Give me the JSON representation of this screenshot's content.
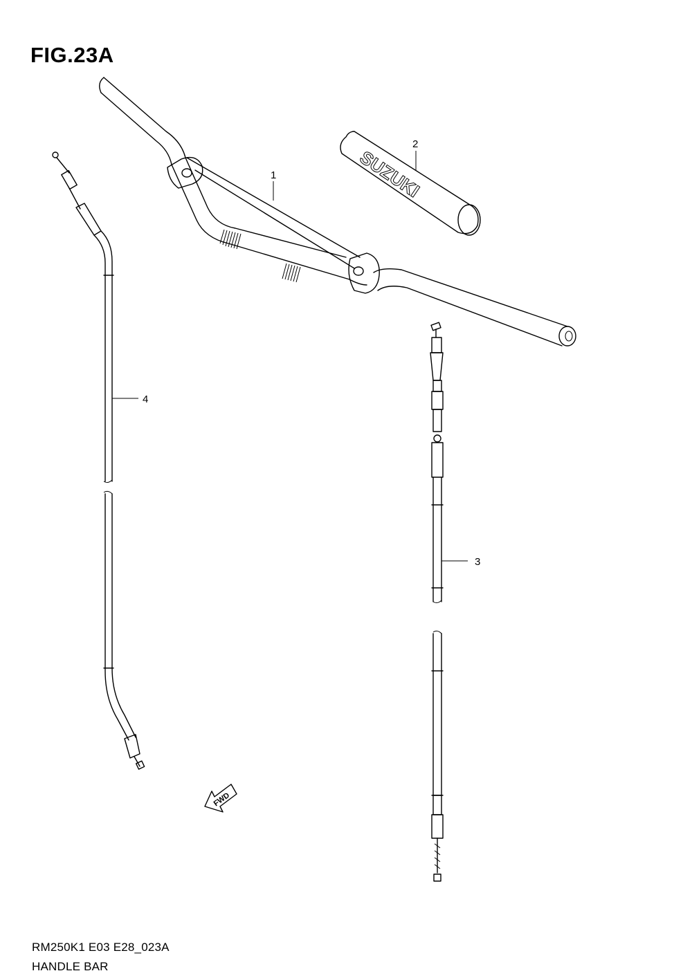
{
  "figure": {
    "title": "FIG.23A",
    "model_code": "RM250K1 E03 E28_023A",
    "section_name": "HANDLE BAR"
  },
  "callouts": [
    {
      "number": "1",
      "part": "handlebar"
    },
    {
      "number": "2",
      "part": "handlebar-pad"
    },
    {
      "number": "3",
      "part": "throttle-cable"
    },
    {
      "number": "4",
      "part": "clutch-cable"
    }
  ],
  "pad_brand_text": "SUZUKI",
  "fwd_arrow_text": "FWD"
}
